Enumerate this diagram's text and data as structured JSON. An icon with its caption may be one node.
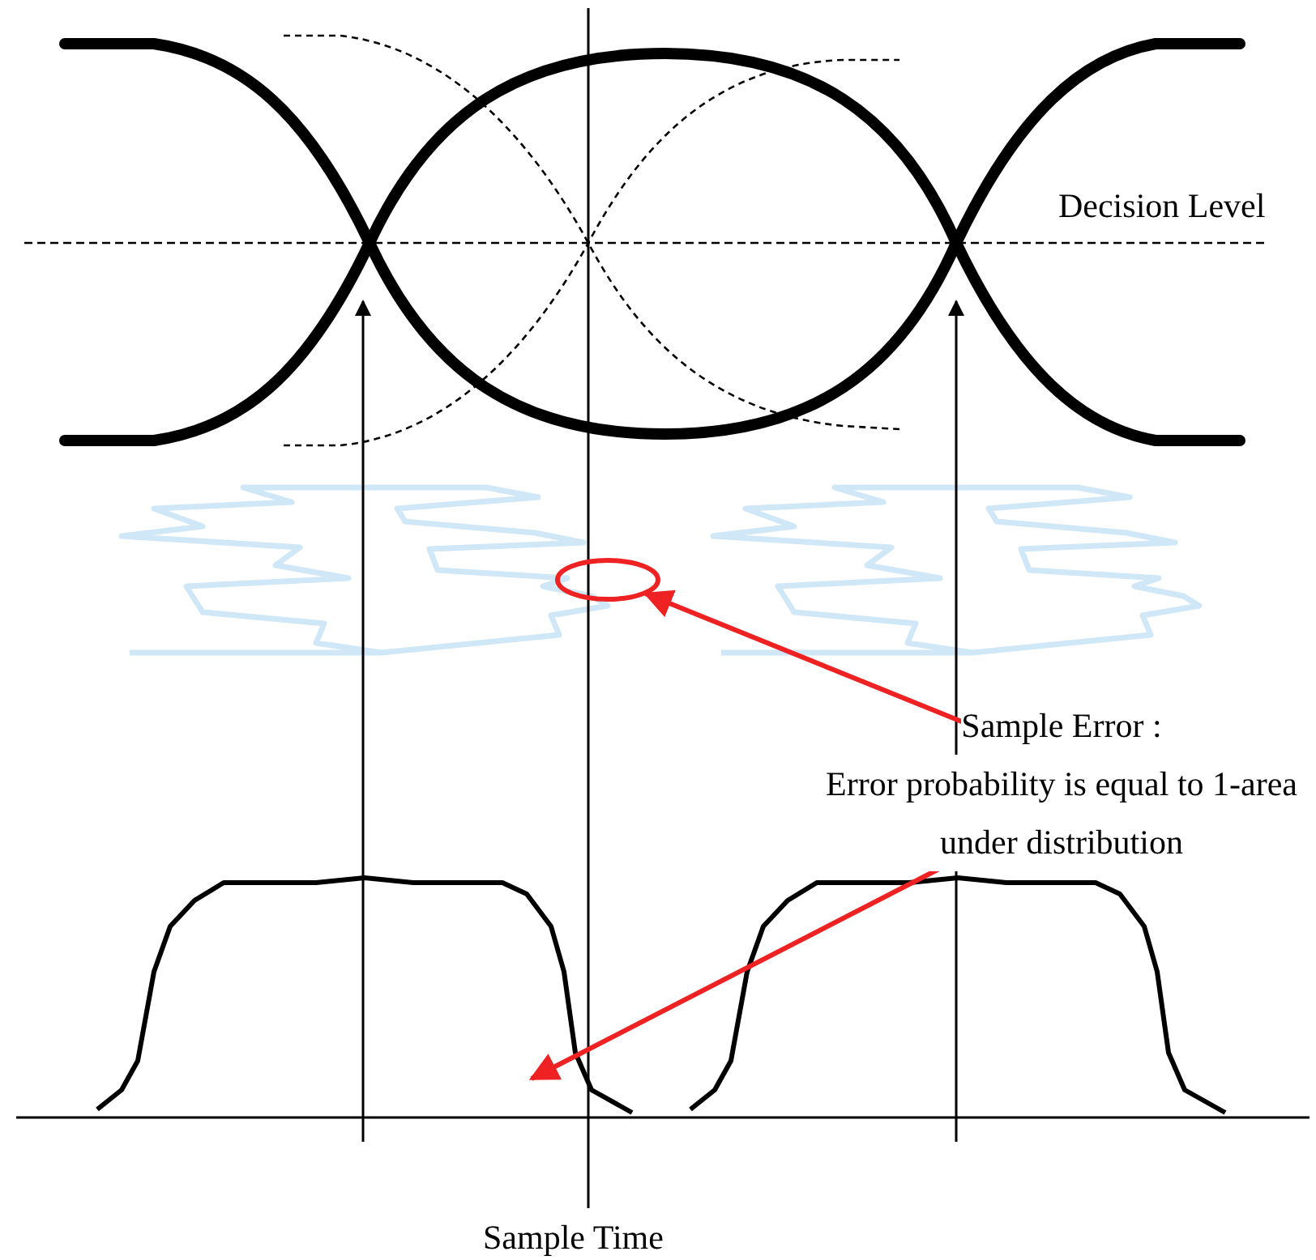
{
  "diagram": {
    "nodes": [
      {
        "text": [
          "Sample Error :",
          "Error probability is equal to 1-area under distribution"
        ]
      },
      {
        "text": [],
        "shape": "circle"
      }
    ],
    "edges": [
      {
        "from": 0,
        "to": 1,
        "arrow": "to"
      },
      {
        "from": 0,
        "to": null,
        "arrow": "to"
      }
    ],
    "labels": [
      "Decision Level",
      "Sample Time"
    ]
  }
}
